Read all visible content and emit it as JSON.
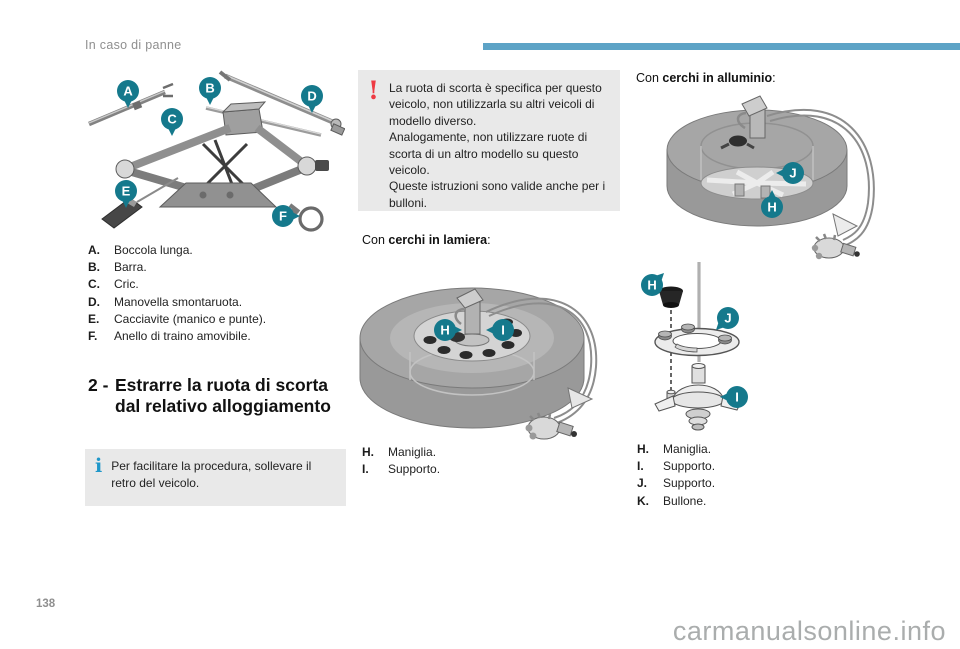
{
  "page": {
    "header": "In caso di panne",
    "page_number": "138",
    "watermark": "carmanualsonline.info"
  },
  "colors": {
    "accent_bar": "#5da3c6",
    "pin": "#15798c",
    "info_icon_blue": "#1f97c9",
    "warning_icon_red": "#ee3a43",
    "note_box_gray": "#e9e9e9"
  },
  "tools_figure": {
    "pins": [
      "A",
      "B",
      "C",
      "D",
      "E",
      "F"
    ]
  },
  "tools_legend": [
    {
      "key": "A.",
      "label": "Boccola lunga."
    },
    {
      "key": "B.",
      "label": "Barra."
    },
    {
      "key": "C.",
      "label": "Cric."
    },
    {
      "key": "D.",
      "label": "Manovella smontaruota."
    },
    {
      "key": "E.",
      "label": "Cacciavite (manico e punte)."
    },
    {
      "key": "F.",
      "label": "Anello di traino amovibile."
    }
  ],
  "section": {
    "number": "2 -",
    "title": "Estrarre la ruota di scorta dal relativo alloggiamento"
  },
  "info_note": "Per facilitare la procedura, sollevare il retro del veicolo.",
  "warning_note": {
    "p1": "La ruota di scorta è specifica per questo veicolo, non utilizzarla su altri veicoli di modello diverso.",
    "p2": "Analogamente, non utilizzare ruote di scorta di un altro modello su questo veicolo.",
    "p3": "Queste istruzioni sono valide anche per i bulloni."
  },
  "steel_wheel": {
    "caption_prefix": "Con ",
    "caption_bold": "cerchi in lamiera",
    "caption_suffix": ":",
    "pins": [
      "H",
      "I"
    ],
    "legend": [
      {
        "key": "H.",
        "label": "Maniglia."
      },
      {
        "key": "I.",
        "label": "Supporto."
      }
    ]
  },
  "alloy_wheel": {
    "caption_prefix": "Con ",
    "caption_bold": "cerchi in alluminio",
    "caption_suffix": ":",
    "pins": [
      "J",
      "H"
    ]
  },
  "holder_figure": {
    "pins": [
      "H",
      "J",
      "I"
    ]
  },
  "alloy_legend": [
    {
      "key": "H.",
      "label": "Maniglia."
    },
    {
      "key": "I.",
      "label": "Supporto."
    },
    {
      "key": "J.",
      "label": "Supporto."
    },
    {
      "key": "K.",
      "label": "Bullone."
    }
  ]
}
